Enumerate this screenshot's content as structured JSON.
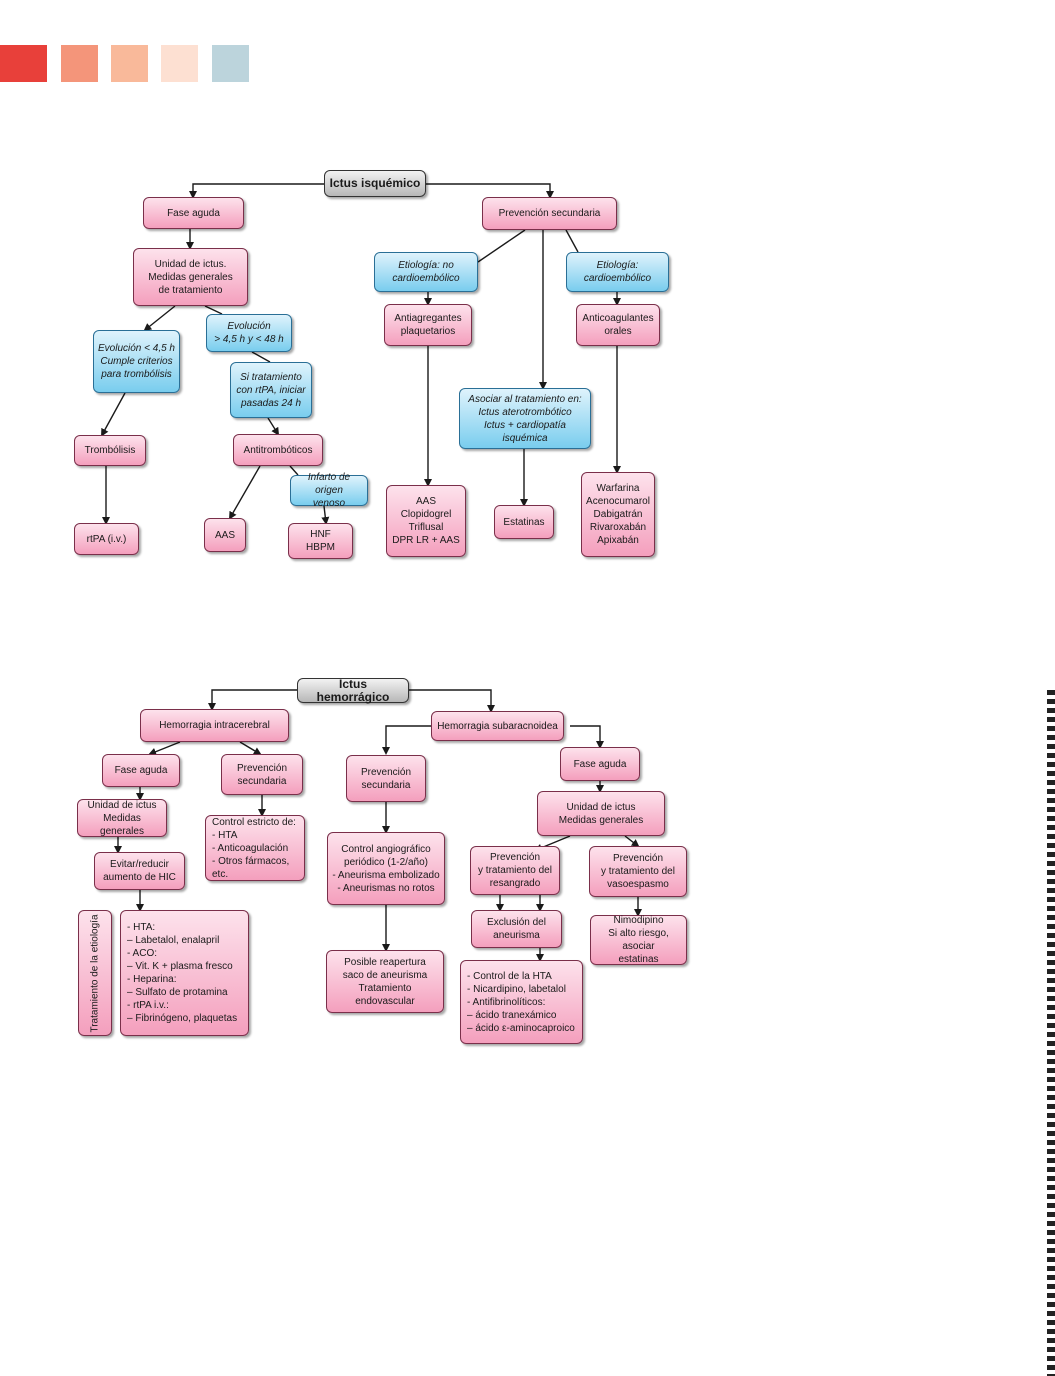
{
  "header": {
    "swatches": [
      {
        "name": "red",
        "color": "#e8403a"
      },
      {
        "name": "salmon",
        "color": "#f4957a"
      },
      {
        "name": "peach",
        "color": "#f9b99a"
      },
      {
        "name": "cream",
        "color": "#fde0d2"
      },
      {
        "name": "blue-grey",
        "color": "#bcd4dc"
      }
    ]
  },
  "colors": {
    "pink_node": "#f49fbd",
    "blue_node": "#79cdee",
    "root_node": "#b7b7b7",
    "line": "#1a1a1a"
  },
  "ischemic": {
    "root": "Ictus isquémico",
    "fase_aguda": "Fase aguda",
    "prevencion": "Prevención secundaria",
    "unidad": "Unidad de ictus.\nMedidas generales\nde tratamiento",
    "evol_menor": "Evolución < 4,5 h\nCumple criterios\npara trombólisis",
    "evol_mayor": "Evolución\n> 4,5 h y < 48 h",
    "si_tratamiento": "Si tratamiento\ncon rtPA, iniciar\npasadas 24 h",
    "trombolisis": "Trombólisis",
    "rtpa": "rtPA (i.v.)",
    "antitromboticos": "Antitrombóticos",
    "aas": "AAS",
    "infarto_venoso": "Infarto de origen\nvenoso",
    "hnf": "HNF\nHBPM",
    "etiol_no": "Etiología: no\ncardioembólico",
    "antiagregantes": "Antiagregantes\nplaquetarios",
    "antiag_list": "AAS\nClopidogrel\nTriflusal\nDPR LR + AAS",
    "asociar": "Asociar al tratamiento en:\nIctus aterotrombótico\nIctus + cardiopatía isquémica",
    "estatinas": "Estatinas",
    "etiol_si": "Etiología:\ncardioembólico",
    "anticoag": "Anticoagulantes\norales",
    "anticoag_list": "Warfarina\nAcenocumarol\nDabigatrán\nRivaroxabán\nApixabán"
  },
  "hemorrhagic": {
    "root": "Ictus hemorrágico",
    "hic": "Hemorragia intracerebral",
    "hsa": "Hemorragia subaracnoidea",
    "fase_aguda_hic": "Fase aguda",
    "prev_sec_hic": "Prevención\nsecundaria",
    "unidad_hic": "Unidad de ictus\nMedidas generales",
    "evitar": "Evitar/reducir\naumento de HIC",
    "tratamiento_etiologia": "Tratamiento de la etiología",
    "etiologia_list": "- HTA:\n   – Labetalol, enalapril\n- ACO:\n   – Vit. K + plasma fresco\n- Heparina:\n   – Sulfato de protamina\n- rtPA i.v.:\n   – Fibrinógeno, plaquetas",
    "control_estricto": "Control estricto de:\n- HTA\n- Anticoagulación\n- Otros fármacos, etc.",
    "prev_sec_hsa": "Prevención\nsecundaria",
    "control_angio": "Control angiográfico\nperiódico (1-2/año)\n- Aneurisma embolizado\n- Aneurismas no rotos",
    "reapertura": "Posible reapertura\nsaco de aneurisma\nTratamiento endovascular",
    "fase_aguda_hsa": "Fase aguda",
    "unidad_hsa": "Unidad de ictus\nMedidas generales",
    "prev_resangrado": "Prevención\ny tratamiento del\nresangrado",
    "prev_vasoespasmo": "Prevención\ny tratamiento del\nvasoespasmo",
    "exclusion": "Exclusión del\naneurisma",
    "control_hta": "- Control de la HTA\n- Nicardipino, labetalol\n- Antifibrinolíticos:\n   – ácido tranexámico\n   – ácido ε-aminocaproico",
    "nimodipino": "Nimodipino\nSi alto riesgo, asociar\nestatinas"
  }
}
